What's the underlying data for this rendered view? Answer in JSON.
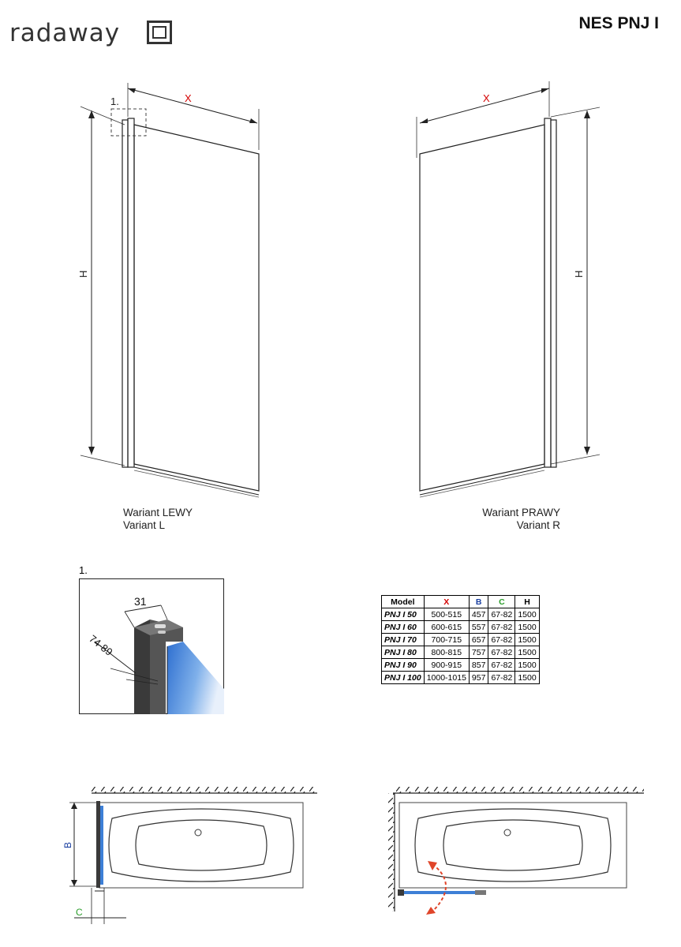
{
  "brand": {
    "name": "radaway"
  },
  "header": {
    "model_title": "NES PNJ I"
  },
  "drawings": {
    "left": {
      "dim_width": "X",
      "dim_height": "H",
      "detail_ref": "1.",
      "caption_line1": "Wariant LEWY",
      "caption_line2": "Variant L"
    },
    "right": {
      "dim_width": "X",
      "dim_height": "H",
      "caption_line1": "Wariant PRAWY",
      "caption_line2": "Variant R"
    }
  },
  "detail": {
    "label": "1.",
    "profile_width": "31",
    "adjust_range": "74-89"
  },
  "table": {
    "headers": [
      "Model",
      "X",
      "B",
      "C",
      "H"
    ],
    "header_colors": [
      "#000000",
      "#d40000",
      "#1a3fa0",
      "#2a9d2a",
      "#000000"
    ],
    "rows": [
      [
        "PNJ I 50",
        "500-515",
        "457",
        "67-82",
        "1500"
      ],
      [
        "PNJ I 60",
        "600-615",
        "557",
        "67-82",
        "1500"
      ],
      [
        "PNJ I 70",
        "700-715",
        "657",
        "67-82",
        "1500"
      ],
      [
        "PNJ I 80",
        "800-815",
        "757",
        "67-82",
        "1500"
      ],
      [
        "PNJ I 90",
        "900-915",
        "857",
        "67-82",
        "1500"
      ],
      [
        "PNJ I 100",
        "1000-1015",
        "957",
        "67-82",
        "1500"
      ]
    ]
  },
  "plans": {
    "left": {
      "dim_b": "B",
      "dim_c": "C"
    }
  },
  "colors": {
    "dim_x": "#d40000",
    "dim_b": "#1a3fa0",
    "dim_c": "#2a9d2a",
    "swing_arrow": "#e0452a",
    "glass_blue": "#3d7fd6"
  }
}
